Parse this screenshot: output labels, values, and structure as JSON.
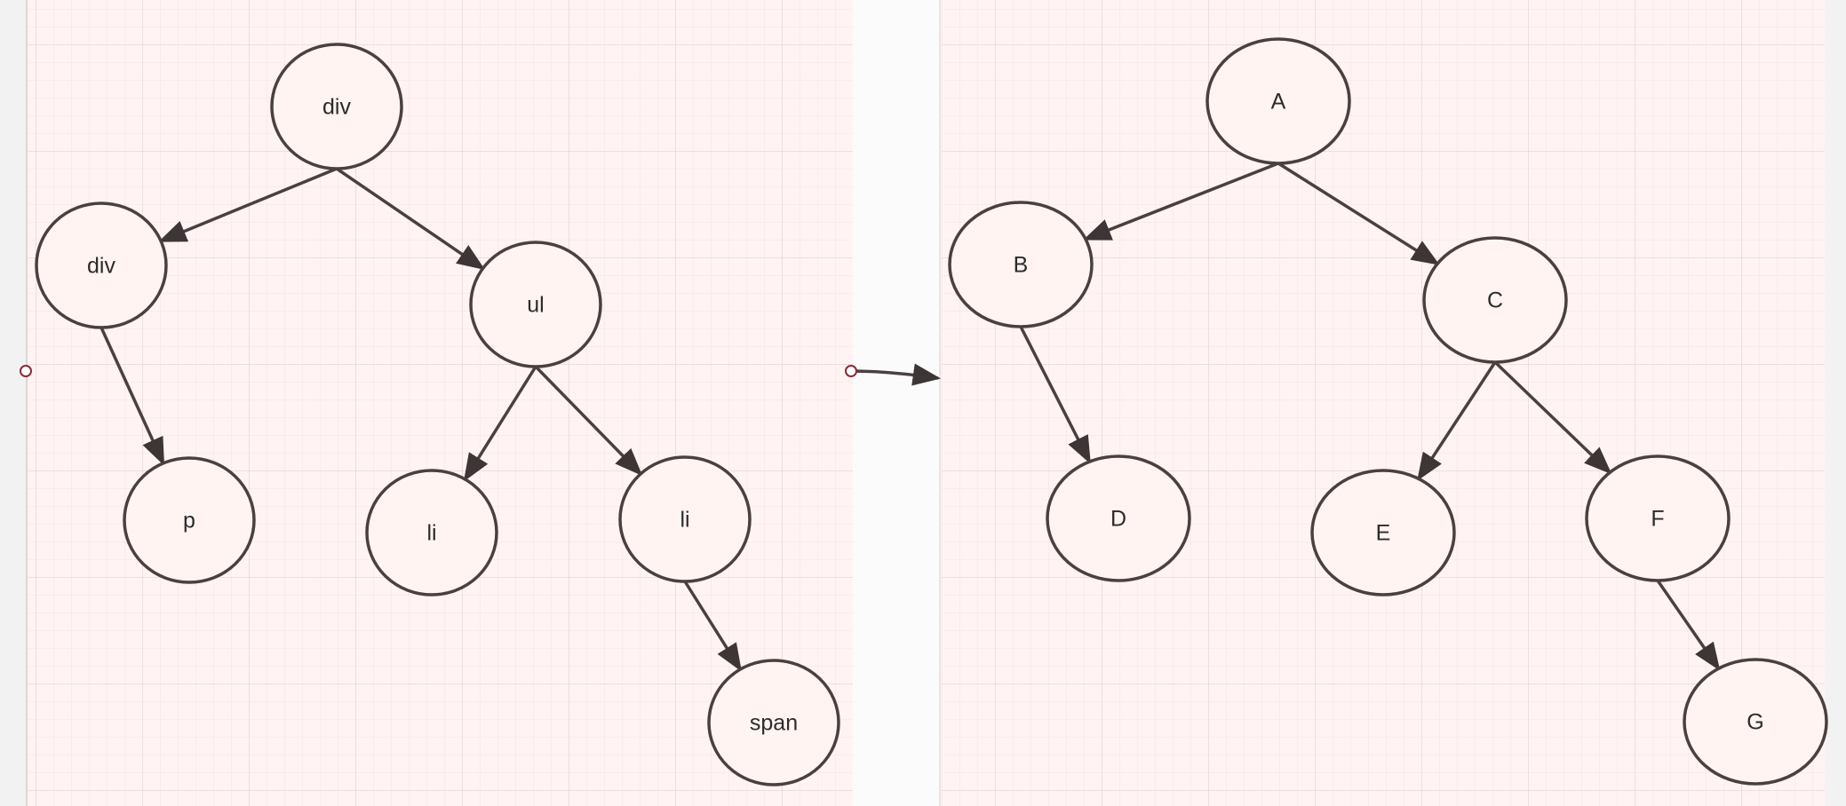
{
  "colors": {
    "node_fill": "#fff4f2",
    "node_stroke": "#4a4040",
    "grid_bg": "#fff4f3",
    "grid_line": "#efdede",
    "handle": "#8b2b35"
  },
  "trees": [
    {
      "name": "dom-tree",
      "nodes": [
        {
          "id": "div1",
          "label": "div"
        },
        {
          "id": "div2",
          "label": "div"
        },
        {
          "id": "ul",
          "label": "ul"
        },
        {
          "id": "p",
          "label": "p"
        },
        {
          "id": "li1",
          "label": "li"
        },
        {
          "id": "li2",
          "label": "li"
        },
        {
          "id": "span",
          "label": "span"
        }
      ],
      "edges": [
        [
          "div1",
          "div2"
        ],
        [
          "div1",
          "ul"
        ],
        [
          "div2",
          "p"
        ],
        [
          "ul",
          "li1"
        ],
        [
          "ul",
          "li2"
        ],
        [
          "li2",
          "span"
        ]
      ]
    },
    {
      "name": "letter-tree",
      "nodes": [
        {
          "id": "A",
          "label": "A"
        },
        {
          "id": "B",
          "label": "B"
        },
        {
          "id": "C",
          "label": "C"
        },
        {
          "id": "D",
          "label": "D"
        },
        {
          "id": "E",
          "label": "E"
        },
        {
          "id": "F",
          "label": "F"
        },
        {
          "id": "G",
          "label": "G"
        }
      ],
      "edges": [
        [
          "A",
          "B"
        ],
        [
          "A",
          "C"
        ],
        [
          "B",
          "D"
        ],
        [
          "C",
          "E"
        ],
        [
          "C",
          "F"
        ],
        [
          "F",
          "G"
        ]
      ]
    }
  ]
}
